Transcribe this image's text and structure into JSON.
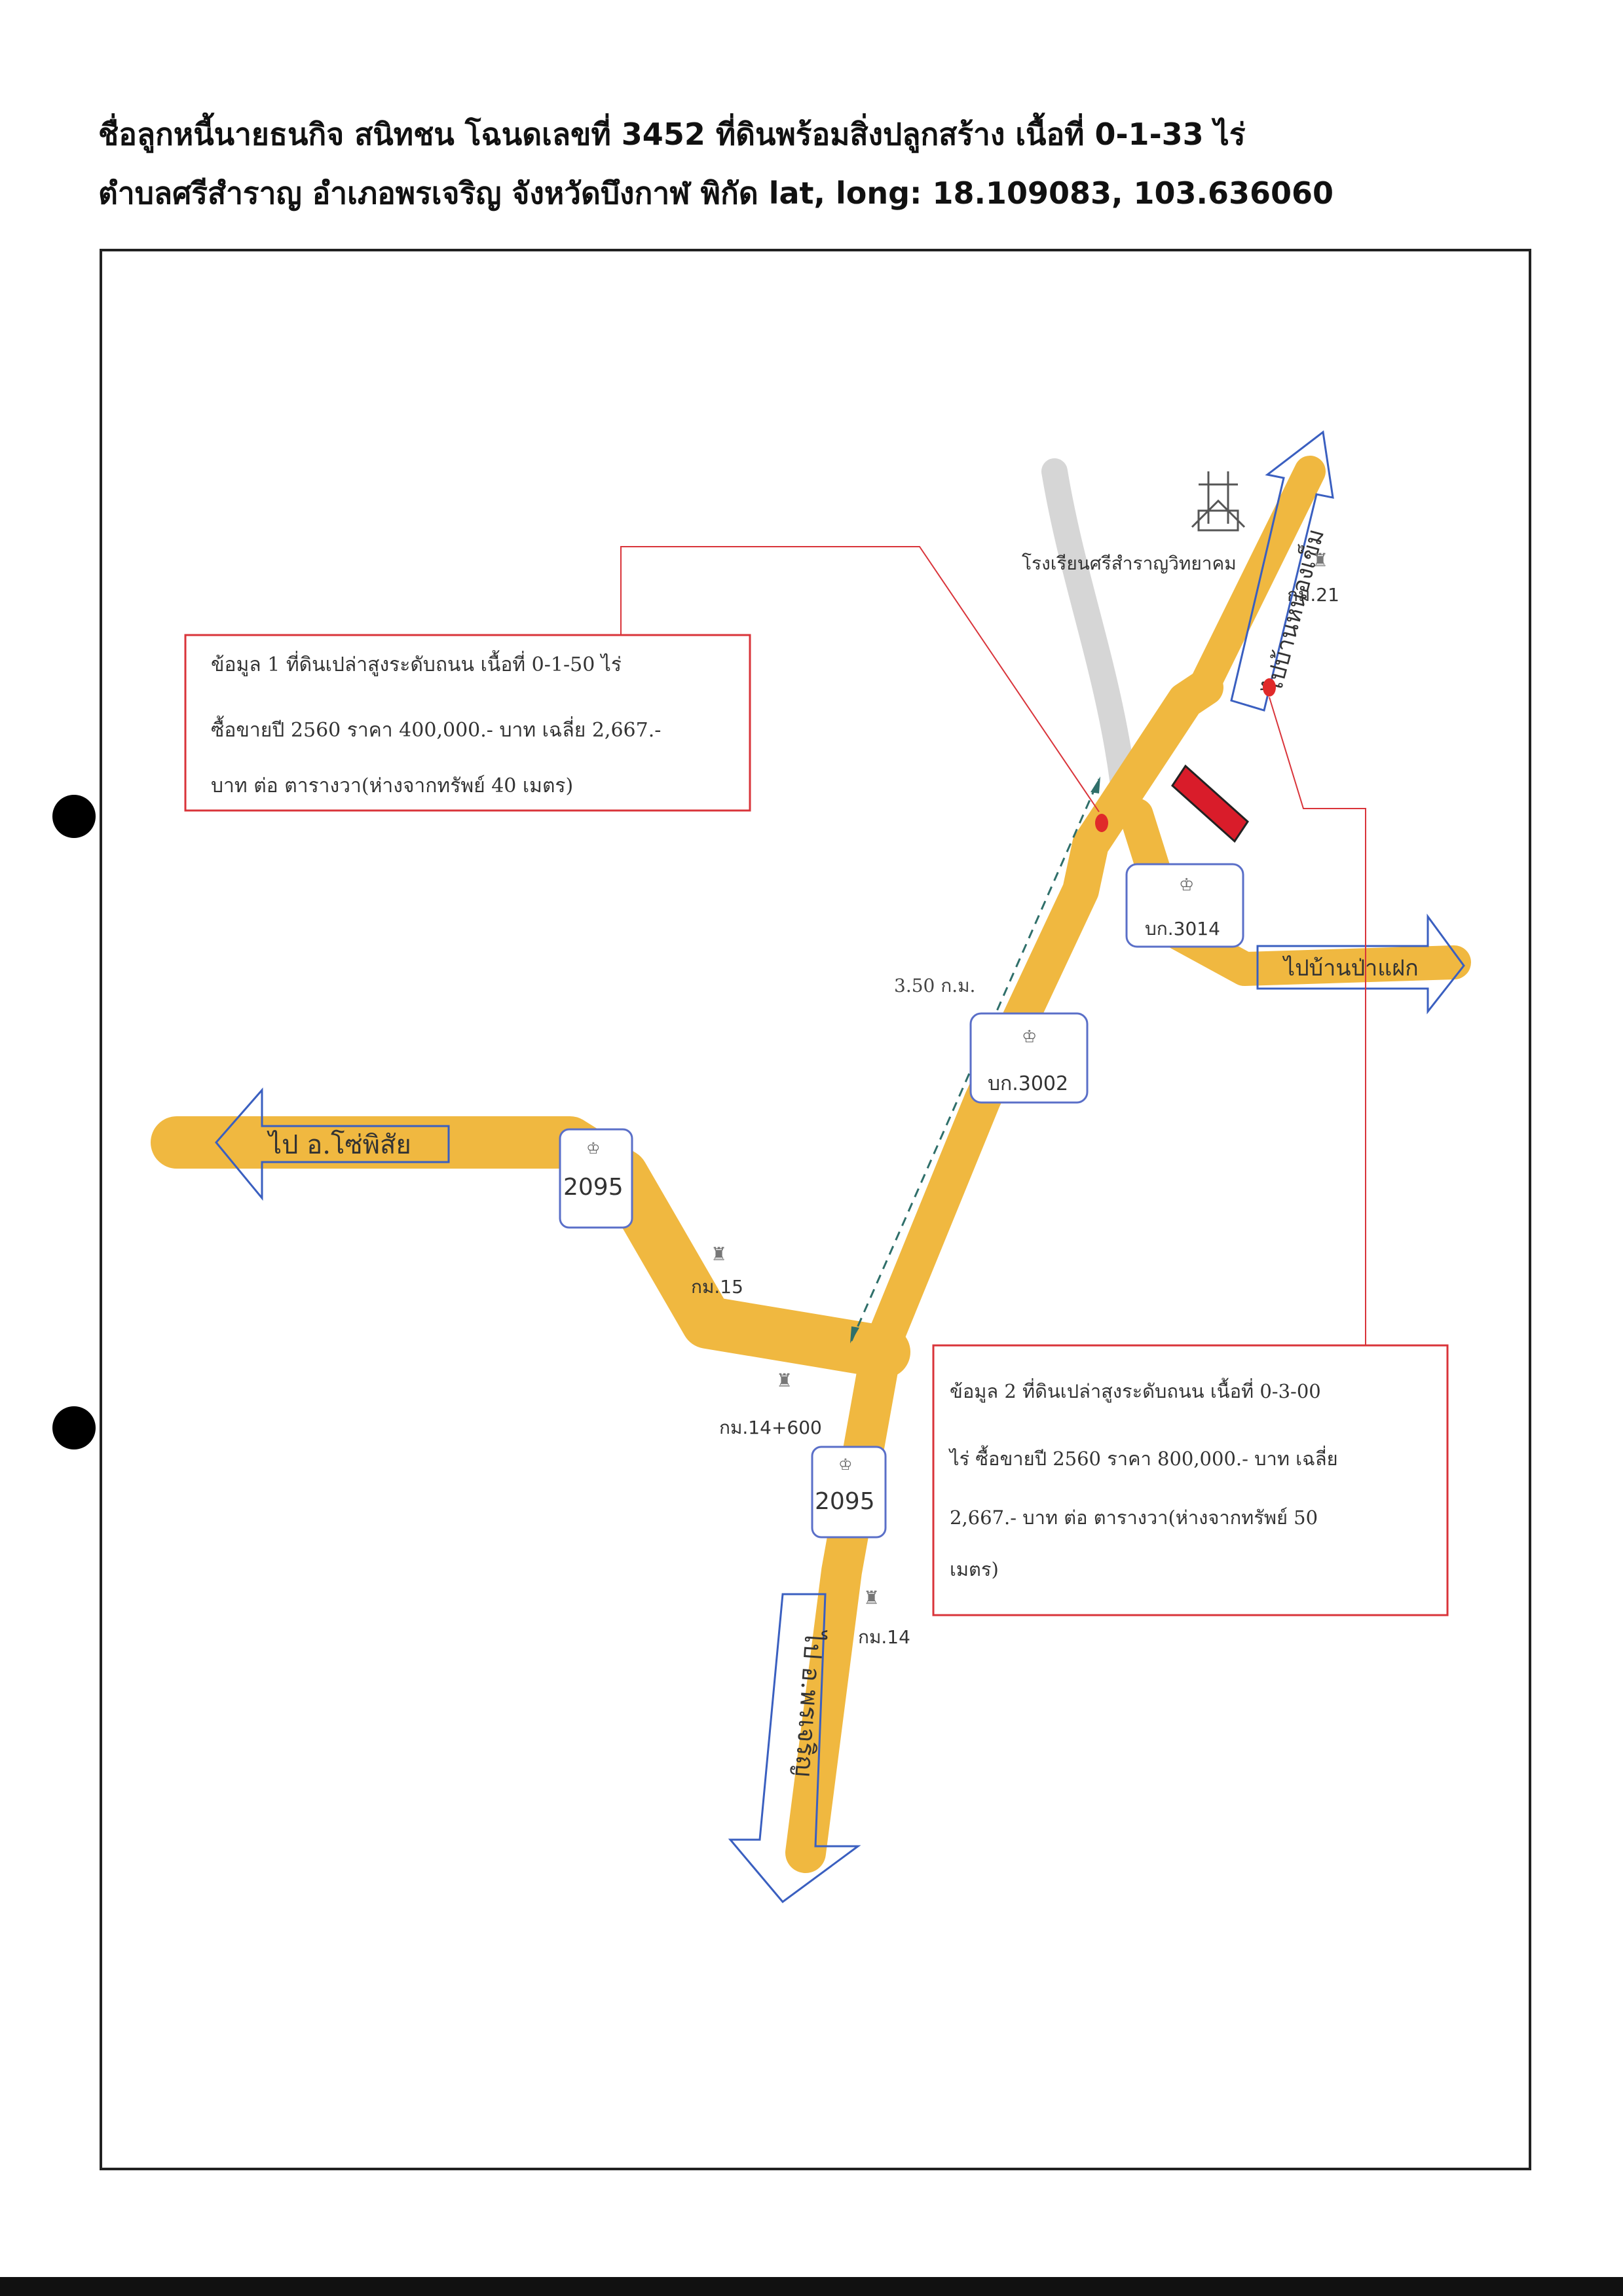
{
  "header": {
    "line1": "ชื่อลูกหนี้นายธนกิจ สนิทชน โฉนดเลขที่ 3452 ที่ดินพร้อมสิ่งปลูกสร้าง  เนื้อที่ 0-1-33 ไร่",
    "line2": "ตำบลศรีสำราญ อำเภอพรเจริญ จังหวัดบึงกาฬ พิกัด lat, long: 18.109083, 103.636060"
  },
  "colors": {
    "road": "#f0b840",
    "road_outline": "#e8a92a",
    "arrow_outline": "#3a5fc0",
    "info_border": "#d9343a",
    "subject_parcel": "#d91c2a",
    "comparable_pin": "#e02a2a",
    "distance_line": "#2f6f6a",
    "route_box_border": "#5a6fc8"
  },
  "map": {
    "school_label": "โรงเรียนศรีสำราญวิทยาคม",
    "direction_labels": {
      "north": "ไปบ้านหนองเข็ม",
      "east": "ไปบ้านป่าแฝก",
      "west": "ไป อ.โซ่พิสัย",
      "south": "ไป อ.พรเจริญ"
    },
    "route_markers": [
      "บก.3014",
      "บก.3002",
      "2095",
      "2095"
    ],
    "km_posts": [
      "กม.21",
      "กม.15",
      "กม.14+600",
      "กม.14"
    ],
    "distance_label": "3.50 ก.ม.",
    "comparables": [
      {
        "line1": "ข้อมูล 1 ที่ดินเปล่าสูงระดับถนน  เนื้อที่ 0-1-50 ไร่",
        "line2": "ซื้อขายปี 2560 ราคา 400,000.- บาท เฉลี่ย 2,667.-",
        "line3": "บาท ต่อ ตารางวา(ห่างจากทรัพย์ 40 เมตร)"
      },
      {
        "line1": "ข้อมูล 2 ที่ดินเปล่าสูงระดับถนน  เนื้อที่ 0-3-00",
        "line2": "ไร่ ซื้อขายปี 2560 ราคา 800,000.- บาท เฉลี่ย",
        "line3": "2,667.- บาท ต่อ ตารางวา(ห่างจากทรัพย์ 50",
        "line4": "เมตร)"
      }
    ]
  }
}
